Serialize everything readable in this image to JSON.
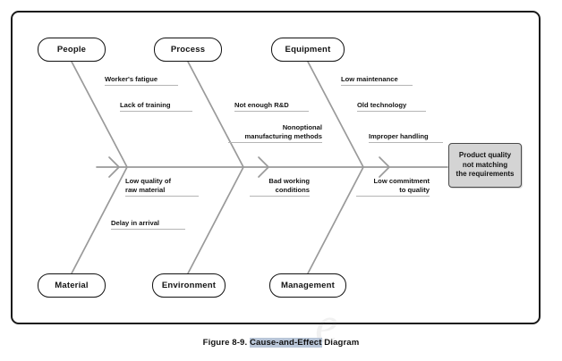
{
  "figure": {
    "caption_prefix": "Figure 8-9. ",
    "caption_highlight": "Cause-and-Effect",
    "caption_suffix": " Diagram",
    "watermark": "e",
    "frame_border_color": "#1a1a1a",
    "bone_color": "#9a9a9a",
    "cause_rule_color": "#b5b5b5",
    "effect_fill_color": "#d4d4d4",
    "highlight_color": "#b9c6d8"
  },
  "chart_data": {
    "type": "diagram",
    "diagram_type": "fishbone-cause-and-effect",
    "title": "Figure 8-9. Cause-and-Effect Diagram",
    "effect": "Product quality not matching the requirements",
    "categories": [
      {
        "name": "People",
        "position": "top",
        "causes": [
          "Worker's fatigue",
          "Lack of training"
        ]
      },
      {
        "name": "Process",
        "position": "top",
        "causes": [
          "Not enough R&D",
          "Nonoptional manufacturing methods"
        ]
      },
      {
        "name": "Equipment",
        "position": "top",
        "causes": [
          "Low maintenance",
          "Old technology",
          "Improper handling"
        ]
      },
      {
        "name": "Material",
        "position": "bottom",
        "causes": [
          "Low quality of raw material",
          "Delay in arrival"
        ]
      },
      {
        "name": "Environment",
        "position": "bottom",
        "causes": [
          "Bad working conditions"
        ]
      },
      {
        "name": "Management",
        "position": "bottom",
        "causes": [
          "Low commitment to quality"
        ]
      }
    ]
  },
  "boxes": {
    "people": "People",
    "process": "Process",
    "equipment": "Equipment",
    "material": "Material",
    "environment": "Environment",
    "management": "Management"
  },
  "effect": {
    "line1": "Product quality",
    "line2": "not matching",
    "line3": "the requirements"
  },
  "causes": {
    "workers_fatigue": "Worker's fatigue",
    "lack_of_training": "Lack of training",
    "not_enough_rd": "Not enough R&D",
    "nonoptional_methods": "Nonoptional\nmanufacturing methods",
    "low_maintenance": "Low maintenance",
    "old_technology": "Old technology",
    "improper_handling": "Improper handling",
    "low_quality_raw": "Low quality of\nraw material",
    "delay_in_arrival": "Delay in arrival",
    "bad_working": "Bad working\nconditions",
    "low_commitment": "Low commitment\nto quality"
  }
}
